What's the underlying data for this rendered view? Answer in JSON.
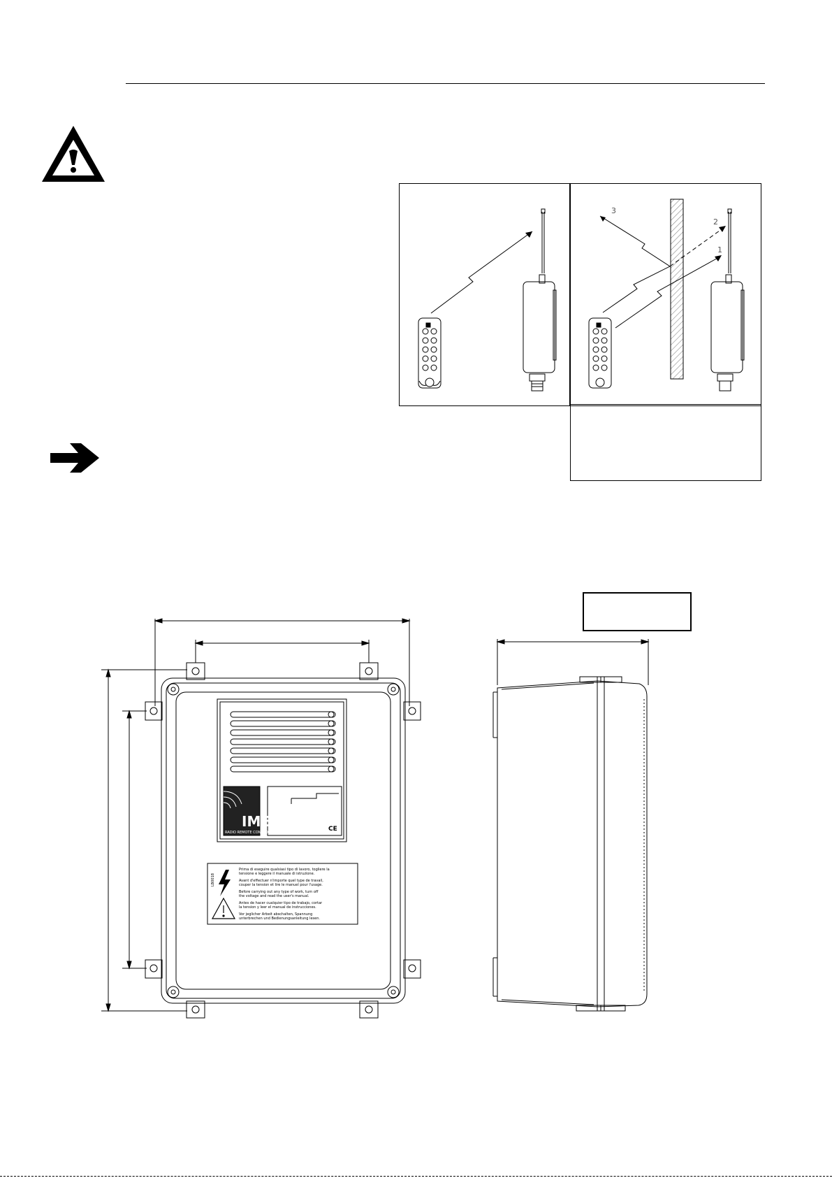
{
  "brand": {
    "logo_text": "IMET",
    "logo_subtext": "RADIO REMOTE CONTROL",
    "mark": "CE"
  },
  "diagram_right": {
    "path_labels": [
      "3",
      "2",
      "1"
    ]
  },
  "warning_label": {
    "side_text": "LB0018",
    "lines": [
      "Prima di eseguire qualsiasi tipo di lavoro, togliere la",
      "tensione e leggere il manuale di istruzione.",
      "Avant d'effectuer n'importe quel type de travail,",
      "couper la tension et lire le manuel pour l'usage.",
      "Before carrying out any type of work, turn off",
      "the voltage and read the user's manual.",
      "Antes de hacer cualquier tipo de trabajo, cortar",
      "la tension y leer el manual de instrucciones.",
      "Vor jeglicher Arbeit abschalten, Spannung",
      "unterbrechen und Bedienungsanleitung lesen."
    ]
  },
  "colors": {
    "ink": "#000000",
    "paper": "#ffffff",
    "hatch": "#888888"
  },
  "icons": [
    "warning-triangle-icon",
    "arrow-right-icon",
    "lightning-icon",
    "caution-triangle-icon"
  ]
}
